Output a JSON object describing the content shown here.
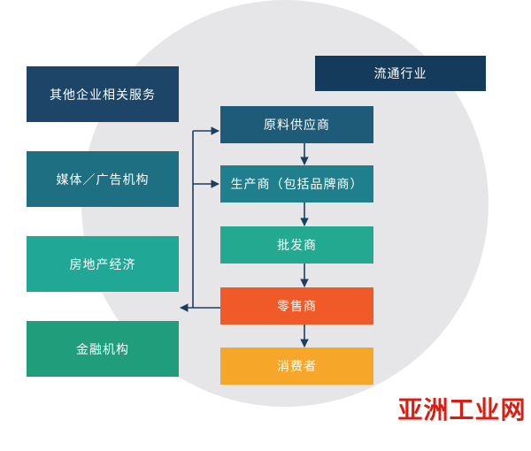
{
  "diagram": {
    "industry_label": "流通行业",
    "left_services": [
      {
        "label": "其他企业相关服务",
        "color": "#1d4567"
      },
      {
        "label": "媒体／广告机构",
        "color": "#1e6f82"
      },
      {
        "label": "房地产经济",
        "color": "#21a796"
      },
      {
        "label": "金融机构",
        "color": "#209e7c"
      }
    ],
    "chain": [
      {
        "label": "原料供应商",
        "color": "#1e5b79"
      },
      {
        "label": "生产商（包括品牌商）",
        "color": "#1f7f8c"
      },
      {
        "label": "批发商",
        "color": "#22a990"
      },
      {
        "label": "零售商",
        "color": "#f05a28"
      },
      {
        "label": "消费者",
        "color": "#f6a72a"
      }
    ],
    "colors": {
      "industry_bg": "#153b5c",
      "circle": "#e6e6e9",
      "connector": "#1c3f5e",
      "watermark": "#d81e13"
    }
  },
  "watermark": {
    "text": "亚洲工业网"
  }
}
